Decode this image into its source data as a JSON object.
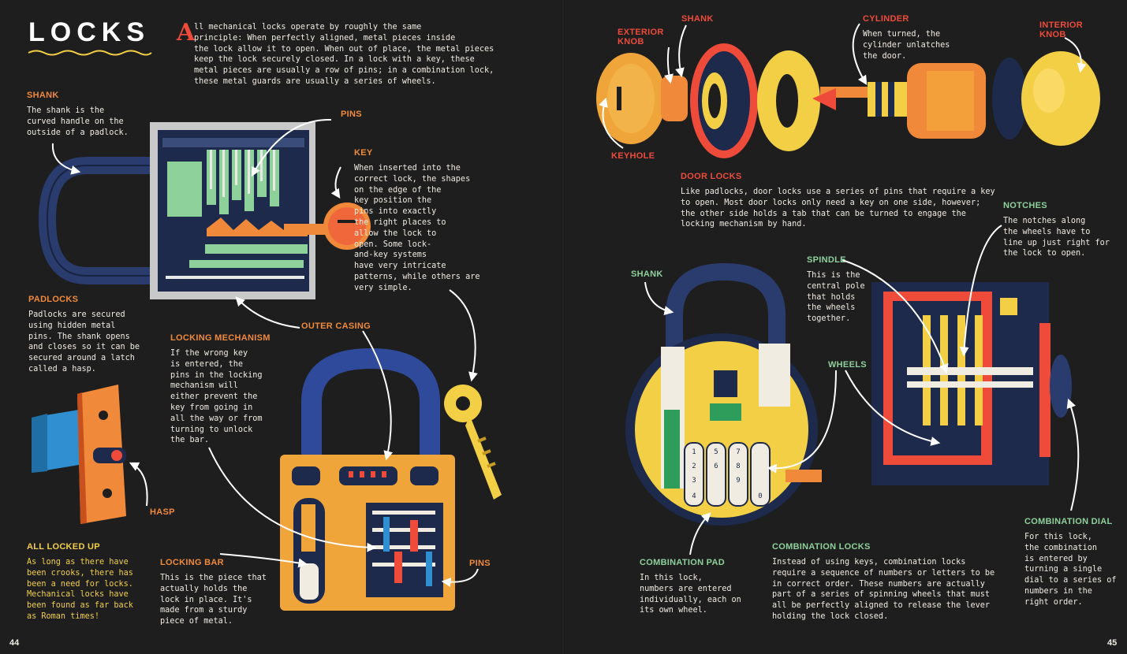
{
  "title": "LOCKS",
  "intro": {
    "drop_cap": "A",
    "text": "ll mechanical locks operate by roughly the same\nprinciple: When perfectly aligned, metal pieces inside\nthe lock allow it to open. When out of place, the metal pieces\nkeep the lock securely closed. In a lock with a key, these\nmetal pieces are usually a row of pins; in a combination lock,\nthese metal guards are usually a series of wheels."
  },
  "shank_left": {
    "heading": "SHANK",
    "text": "The shank is the\ncurved handle on the\noutside of a padlock."
  },
  "pins_label_top": "PINS",
  "key": {
    "heading": "KEY",
    "text": "When inserted into the\n      correct lock, the shapes\n        on the edge of the\n          key position the\n          pins into exactly\n           the right places to\n           allow the lock to\n          open. Some lock-\n          and-key systems\n        have very intricate\n   patterns, while others are\n very simple."
  },
  "padlocks": {
    "heading": "PADLOCKS",
    "text": "Padlocks are secured\nusing hidden metal\npins. The shank opens\nand closes so it can be\nsecured around a latch\ncalled a hasp."
  },
  "outer_casing_label": "OUTER CASING",
  "locking_mechanism": {
    "heading": "LOCKING MECHANISM",
    "text": "If the wrong key\nis entered, the\npins in the locking\nmechanism will\neither prevent the\nkey from going in\nall the way or from\nturning to unlock\nthe bar."
  },
  "hasp_label": "HASP",
  "all_locked_up": {
    "heading": "ALL LOCKED UP",
    "text": "As long as there have\nbeen crooks, there has\nbeen a need for locks.\nMechanical locks have\nbeen found as far back\nas Roman times!"
  },
  "locking_bar": {
    "heading": "LOCKING BAR",
    "text": "This is the piece that\nactually holds the\nlock in place. It's\nmade from a sturdy\npiece of metal."
  },
  "pins_label_bottom": "PINS",
  "page_left": "44",
  "exterior_knob_label": "EXTERIOR\nKNOB",
  "shank_door_label": "SHANK",
  "cylinder": {
    "heading": "CYLINDER",
    "text": "When turned, the\ncylinder unlatches\nthe door."
  },
  "interior_knob_label": "INTERIOR\nKNOB",
  "keyhole_label": "KEYHOLE",
  "door_locks": {
    "heading": "DOOR LOCKS",
    "text": "Like padlocks, door locks use a series of pins that require a key\nto open. Most door locks only need a key on one side, however;\nthe other side holds a tab that can be turned to engage the\nlocking mechanism by hand."
  },
  "notches": {
    "heading": "NOTCHES",
    "text": "The notches along\nthe wheels have to\nline up just right for\nthe lock to open."
  },
  "shank_combo_label": "SHANK",
  "spindle": {
    "heading": "SPINDLE",
    "text": "This is the\ncentral pole\nthat holds\nthe wheels\ntogether."
  },
  "wheels_label": "WHEELS",
  "combination_dial": {
    "heading": "COMBINATION DIAL",
    "text": "For this lock,\nthe combination\nis entered by\nturning a single\ndial to a series of\nnumbers in the\nright order."
  },
  "combination_pad": {
    "heading": "COMBINATION PAD",
    "text": "In this lock,\nnumbers are entered\nindividually, each on\nits own wheel."
  },
  "combination_locks": {
    "heading": "COMBINATION LOCKS",
    "text": "Instead of using keys, combination locks\nrequire a sequence of numbers or letters to be\nin correct order. These numbers are actually\npart of a series of spinning wheels that must\nall be perfectly aligned to release the lever\nholding the lock closed."
  },
  "page_right": "45",
  "wheel_digits": [
    "1",
    "2",
    "3",
    "4",
    "5",
    "6",
    "7",
    "8",
    "9",
    "0"
  ],
  "colors": {
    "background": "#1e1e1f",
    "orange": "#f08a3a",
    "red": "#ee4b3a",
    "green": "#8ed19a",
    "yellow": "#f3cf45",
    "navy": "#2a3c6e"
  }
}
